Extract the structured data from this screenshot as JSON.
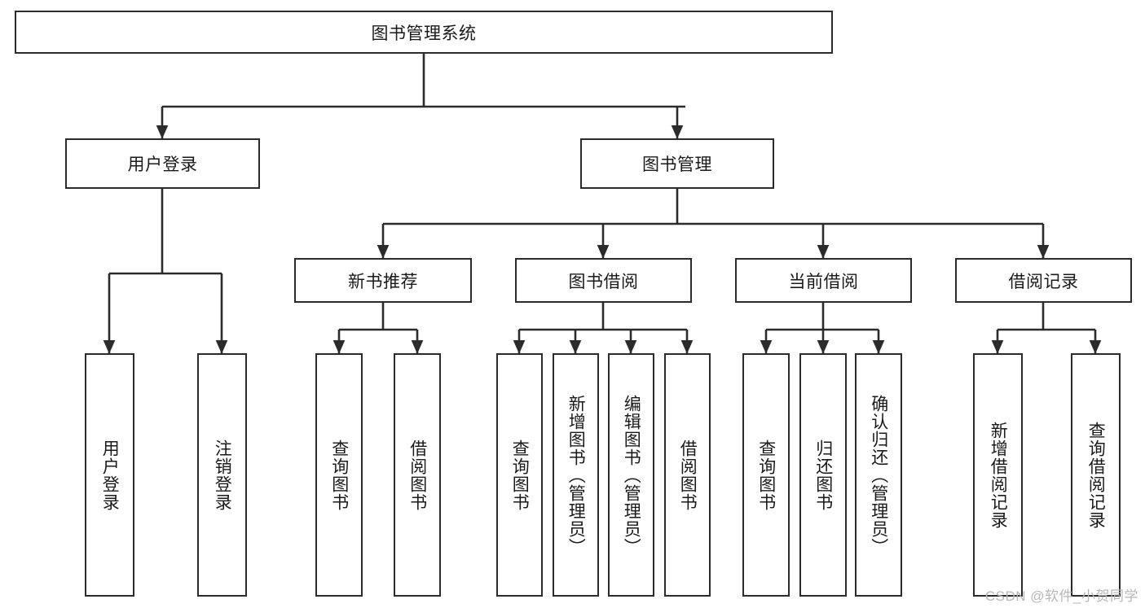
{
  "diagram": {
    "title": "图书管理系统",
    "type": "tree-hierarchy-diagram",
    "colors": {
      "box_border": "#2b2b2b",
      "box_fill": "#ffffff",
      "connector": "#2b2b2b",
      "text": "#1a1a1a",
      "watermark": "#b7b7b7",
      "background": "#ffffff"
    },
    "nodes": {
      "root": {
        "label": "图书管理系统",
        "orientation": "horizontal"
      },
      "level1": [
        {
          "id": "user-login",
          "label": "用户登录",
          "orientation": "horizontal"
        },
        {
          "id": "book-management",
          "label": "图书管理",
          "orientation": "horizontal"
        }
      ],
      "level2": [
        {
          "id": "new-book-recommend",
          "label": "新书推荐",
          "orientation": "horizontal"
        },
        {
          "id": "book-borrow",
          "label": "图书借阅",
          "orientation": "horizontal"
        },
        {
          "id": "current-borrow",
          "label": "当前借阅",
          "orientation": "horizontal"
        },
        {
          "id": "borrow-record",
          "label": "借阅记录",
          "orientation": "horizontal"
        }
      ],
      "leaves": [
        {
          "id": "leaf-user-login",
          "label": "用户登录",
          "orientation": "vertical",
          "parent": "user-login"
        },
        {
          "id": "leaf-logout",
          "label": "注销登录",
          "orientation": "vertical",
          "parent": "user-login"
        },
        {
          "id": "leaf-query-book-1",
          "label": "查询图书",
          "orientation": "vertical",
          "parent": "new-book-recommend"
        },
        {
          "id": "leaf-borrow-book-1",
          "label": "借阅图书",
          "orientation": "vertical",
          "parent": "new-book-recommend"
        },
        {
          "id": "leaf-query-book-2",
          "label": "查询图书",
          "orientation": "vertical",
          "parent": "book-borrow"
        },
        {
          "id": "leaf-add-book",
          "label": "新增图书（管理员）",
          "orientation": "vertical",
          "parent": "book-borrow"
        },
        {
          "id": "leaf-edit-book",
          "label": "编辑图书（管理员）",
          "orientation": "vertical",
          "parent": "book-borrow"
        },
        {
          "id": "leaf-borrow-book-2",
          "label": "借阅图书",
          "orientation": "vertical",
          "parent": "book-borrow"
        },
        {
          "id": "leaf-query-book-3",
          "label": "查询图书",
          "orientation": "vertical",
          "parent": "current-borrow"
        },
        {
          "id": "leaf-return-book",
          "label": "归还图书",
          "orientation": "vertical",
          "parent": "current-borrow"
        },
        {
          "id": "leaf-confirm-return",
          "label": "确认归还（管理员）",
          "orientation": "vertical",
          "parent": "current-borrow"
        },
        {
          "id": "leaf-add-record",
          "label": "新增借阅记录",
          "orientation": "vertical",
          "parent": "borrow-record"
        },
        {
          "id": "leaf-query-record",
          "label": "查询借阅记录",
          "orientation": "vertical",
          "parent": "borrow-record"
        }
      ]
    }
  },
  "watermark": {
    "text": "CSDN @软件_小贺同学"
  }
}
